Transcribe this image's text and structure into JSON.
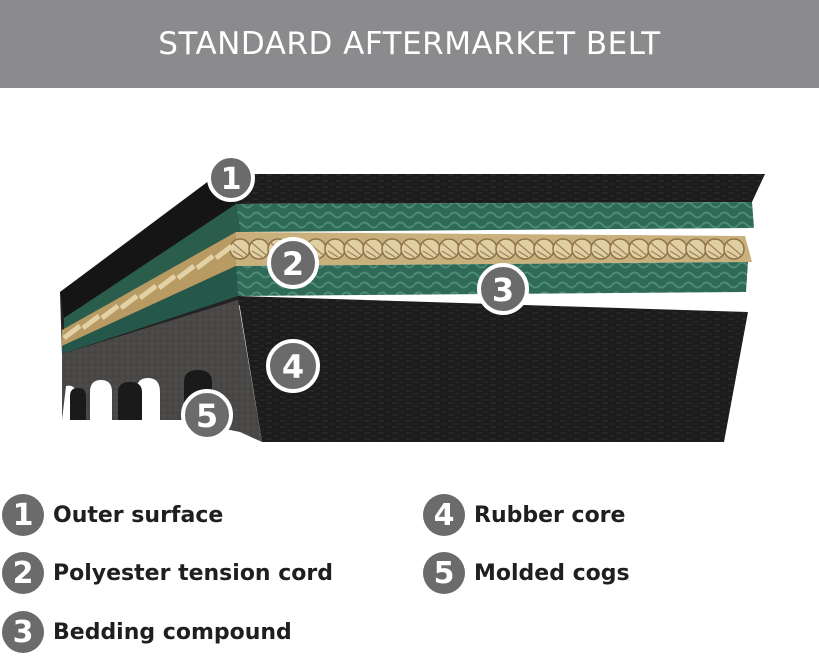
{
  "header": {
    "title": "STANDARD AFTERMARKET BELT"
  },
  "callouts": [
    "1",
    "2",
    "3",
    "4",
    "5"
  ],
  "legend": [
    {
      "num": "1",
      "label": "Outer surface"
    },
    {
      "num": "2",
      "label": "Polyester tension cord"
    },
    {
      "num": "3",
      "label": "Bedding compound"
    },
    {
      "num": "4",
      "label": "Rubber core"
    },
    {
      "num": "5",
      "label": "Molded cogs"
    }
  ],
  "colors": {
    "header": "#8b8b8d",
    "belt_dark": "#1e1e1e",
    "bedding": "#2f6b58",
    "cord": "#cdb98e",
    "badge": "#6b6b6b"
  }
}
